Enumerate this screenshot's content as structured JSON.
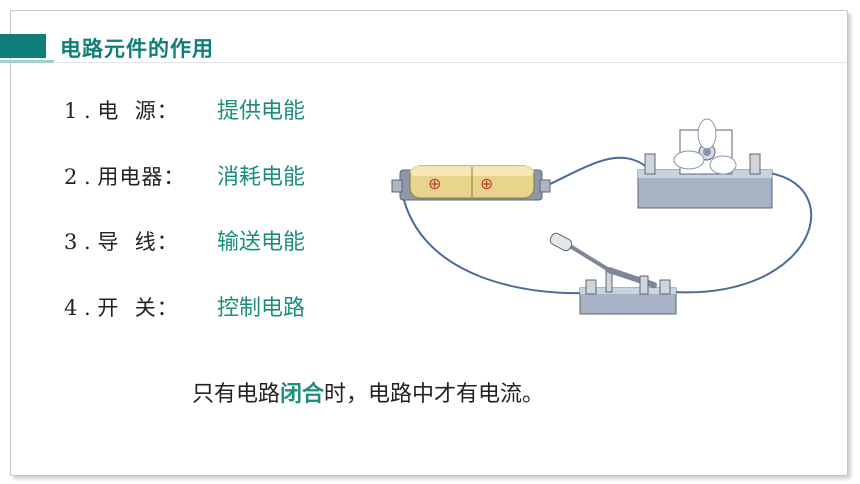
{
  "page": {
    "title": "电路元件的作用"
  },
  "items": [
    {
      "number": "1",
      "label": "电  源：",
      "answer": "提供电能"
    },
    {
      "number": "2",
      "label": "用电器：",
      "answer": "消耗电能"
    },
    {
      "number": "3",
      "label": "导  线：",
      "answer": "输送电能"
    },
    {
      "number": "4",
      "label": "开  关：",
      "answer": "控制电路"
    }
  ],
  "conclusion": {
    "prefix": "只有电路",
    "highlight": "闭合",
    "suffix": "时，电路中才有电流。"
  },
  "circuit": {
    "battery_symbol_1": "⊕",
    "battery_symbol_2": "⊕"
  },
  "colors": {
    "brand": "#0f7d78",
    "answer": "#1b8f7a",
    "wire": "#4a6c96"
  }
}
